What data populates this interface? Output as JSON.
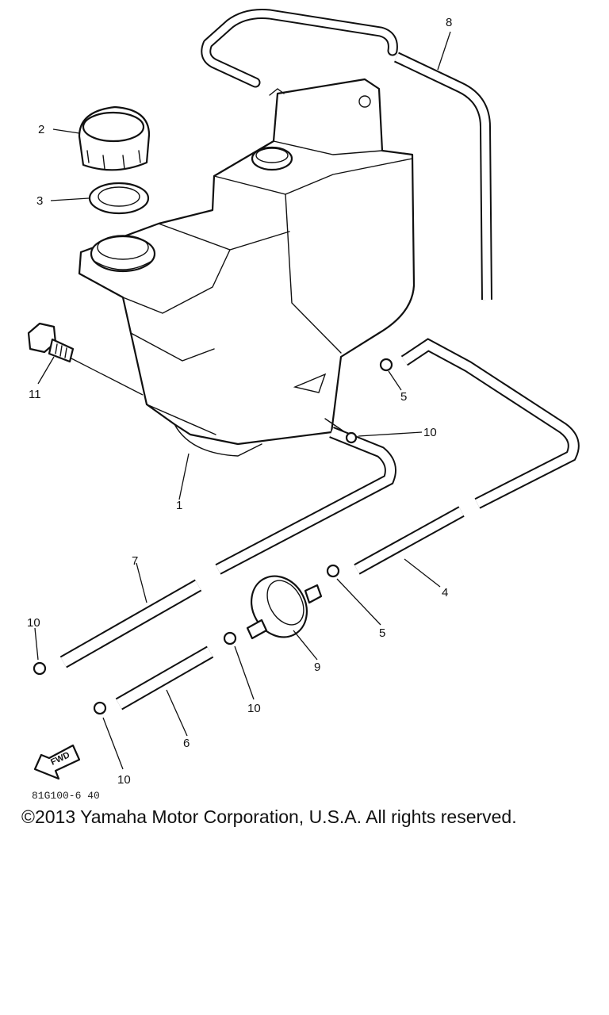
{
  "diagram": {
    "callouts": {
      "c1": "1",
      "c2": "2",
      "c3": "3",
      "c4": "4",
      "c5a": "5",
      "c5b": "5",
      "c6": "6",
      "c7": "7",
      "c8": "8",
      "c9": "9",
      "c10a": "10",
      "c10b": "10",
      "c10c": "10",
      "c10d": "10",
      "c11": "11"
    },
    "fwd_label": "FWD",
    "figure_code": "81G100-6 40"
  },
  "footer": {
    "copyright": "©2013 Yamaha Motor Corporation, U.S.A. All rights reserved."
  }
}
